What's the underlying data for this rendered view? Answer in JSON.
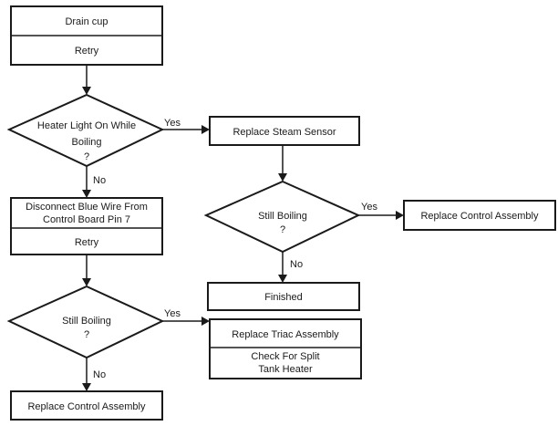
{
  "nodes": {
    "drain_cup": "Drain cup",
    "retry_1": "Retry",
    "heater_light": {
      "line1": "Heater Light On While",
      "line2": "Boiling",
      "line3": "?"
    },
    "replace_steam_sensor": "Replace Steam Sensor",
    "disconnect_blue_wire": {
      "line1": "Disconnect Blue Wire From",
      "line2": "Control Board Pin 7"
    },
    "retry_2": "Retry",
    "still_boiling_right": {
      "line1": "Still Boiling",
      "line2": "?"
    },
    "replace_control_assembly_right": "Replace Control Assembly",
    "finished": "Finished",
    "still_boiling_left": {
      "line1": "Still Boiling",
      "line2": "?"
    },
    "replace_triac_assembly": "Replace Triac Assembly",
    "check_split_tank_heater": {
      "line1": "Check For Split",
      "line2": "Tank Heater"
    },
    "replace_control_assembly_left": "Replace Control Assembly"
  },
  "edge_labels": {
    "heater_yes": "Yes",
    "heater_no": "No",
    "still_right_yes": "Yes",
    "still_right_no": "No",
    "still_left_yes": "Yes",
    "still_left_no": "No"
  }
}
